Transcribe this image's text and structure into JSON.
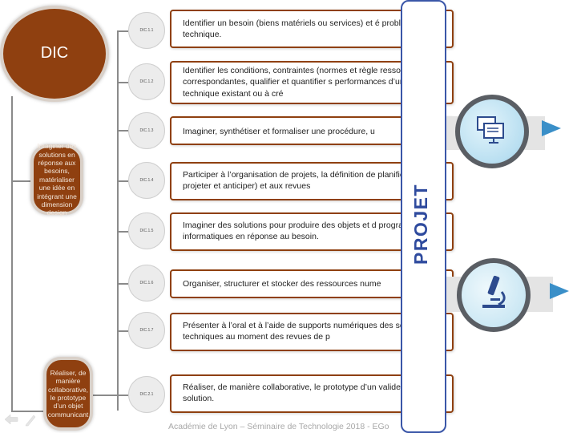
{
  "dic": {
    "title": "DIC"
  },
  "left_labels": [
    "Imaginer des solutions en réponse aux besoins, matérialiser une idée en intégrant une dimension design",
    "Réaliser, de manière collaborative, le prototype d’un objet communicant"
  ],
  "items": [
    {
      "code": "DIC.1.1",
      "text": "Identifier un besoin (biens matériels ou services) et é problème technique."
    },
    {
      "code": "DIC.1.2",
      "text": "Identifier les conditions, contraintes (normes et règle ressources correspondantes, qualifier et quantifier s performances d’un objet technique existant ou à cré"
    },
    {
      "code": "DIC.1.3",
      "text": "Imaginer, synthétiser et formaliser une procédure, u"
    },
    {
      "code": "DIC.1.4",
      "text": "Participer à l’organisation de projets, la définition de planification (se projeter et anticiper) et aux revues"
    },
    {
      "code": "DIC.1.5",
      "text": "Imaginer des solutions pour produire des objets et d programmes informatiques en réponse au besoin."
    },
    {
      "code": "DIC.1.6",
      "text": "Organiser, structurer et stocker des ressources nume"
    },
    {
      "code": "DIC.1.7",
      "text": "Présenter à l’oral et à l’aide de supports numériques des solutions techniques au moment des revues de p"
    },
    {
      "code": "DIC.2.1",
      "text": "Réaliser, de manière collaborative, le prototype d’un valider une solution."
    }
  ],
  "projet": {
    "label": "PROJET"
  },
  "footer": {
    "text": "Académie de Lyon – Séminaire de Technologie 2018 - EGo"
  },
  "icons": [
    "computer-screens-icon",
    "microscope-icon",
    "arrow-right-icon",
    "pencil-icon"
  ],
  "colors": {
    "brown": "#8f4010",
    "blue": "#3a56a8",
    "arrow": "#3a8fc8"
  }
}
